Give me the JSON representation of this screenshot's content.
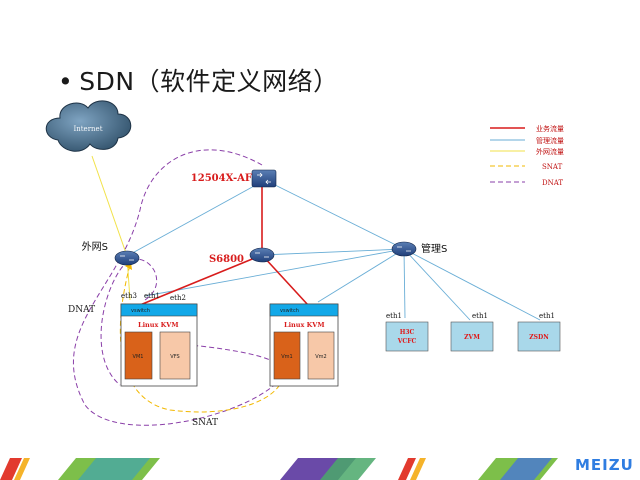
{
  "slide": {
    "bullet": "•",
    "title": "SDN（软件定义网络）"
  },
  "legend": [
    {
      "label": "业务流量",
      "color": "#d81c1c",
      "style": "solid"
    },
    {
      "label": "管理流量",
      "color": "#6aaed6",
      "style": "solid"
    },
    {
      "label": "外网流量",
      "color": "#f2e24a",
      "style": "solid"
    },
    {
      "label": "SNAT",
      "color": "#f2b800",
      "style": "dashed"
    },
    {
      "label": "DNAT",
      "color": "#8a3fa8",
      "style": "dashed"
    }
  ],
  "nodes": {
    "internet": "Internet",
    "core_switch": "12504X-AF",
    "s6800": "S6800",
    "ext_switch": "外网S",
    "mgmt_switch": "管理S"
  },
  "hosts": {
    "host1": {
      "vswitch": "vswitch",
      "os": "Linux  KVM",
      "vm1": "VM1",
      "vm2": "VFS"
    },
    "host2": {
      "vswitch": "vswitch",
      "os": "Linux  KVM",
      "vm1": "Vm1",
      "vm2": "Vm2"
    }
  },
  "ports": {
    "h1_eth3": "eth3",
    "h1_eth1": "eth1",
    "h1_eth2": "eth2",
    "m1_eth1": "eth1",
    "m2_eth1": "eth1",
    "m3_eth1": "eth1"
  },
  "mgmt_boxes": {
    "m1_line1": "H3C",
    "m1_line2": "VCFC",
    "m2": "ZVM",
    "m3": "ZSDN"
  },
  "annotations": {
    "dnat": "DNAT",
    "snat": "SNAT"
  },
  "brand": {
    "logo": "MEIZU"
  },
  "colors": {
    "business": "#d81c1c",
    "management": "#6aaed6",
    "external": "#f2e24a",
    "snat": "#f2b800",
    "dnat": "#8a3fa8",
    "vswitch": "#12a8e8",
    "vm_active": "#d9621a",
    "vm_idle": "#f7c8a8",
    "mgmt_box": "#a9d8ea"
  }
}
